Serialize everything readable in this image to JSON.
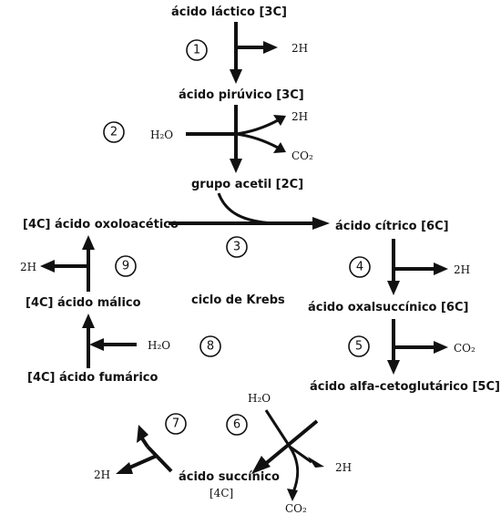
{
  "compounds": {
    "lactic": "ácido láctico [3C]",
    "pyruvic": "ácido pirúvico [3C]",
    "acetyl": "grupo acetil [2C]",
    "oxaloacetic": "[4C] ácido oxoloacético",
    "citric": "ácido cítrico [6C]",
    "oxalsuccinic": "ácido oxalsuccínico [6C]",
    "alfaketo": "ácido alfa-cetoglutárico [5C]",
    "succinic_line1": "ácido succínico",
    "succinic_line2": "[4C]",
    "fumaric": "[4C] ácido fumárico",
    "malic": "[4C] ácido málico"
  },
  "cycle_label": "ciclo de Krebs",
  "molecules": {
    "h2_step1": "2H",
    "h2o_step2": "H₂O",
    "h2_step2": "2H",
    "co2_step2": "CO₂",
    "h2_step4": "2H",
    "co2_step5": "CO₂",
    "h2o_step6": "H₂O",
    "h2_step6": "2H",
    "co2_step6": "CO₂",
    "h2_step7": "2H",
    "h2o_step8": "H₂O",
    "h2_step9": "2H"
  },
  "steps": [
    "1",
    "2",
    "3",
    "4",
    "5",
    "6",
    "7",
    "8",
    "9"
  ]
}
